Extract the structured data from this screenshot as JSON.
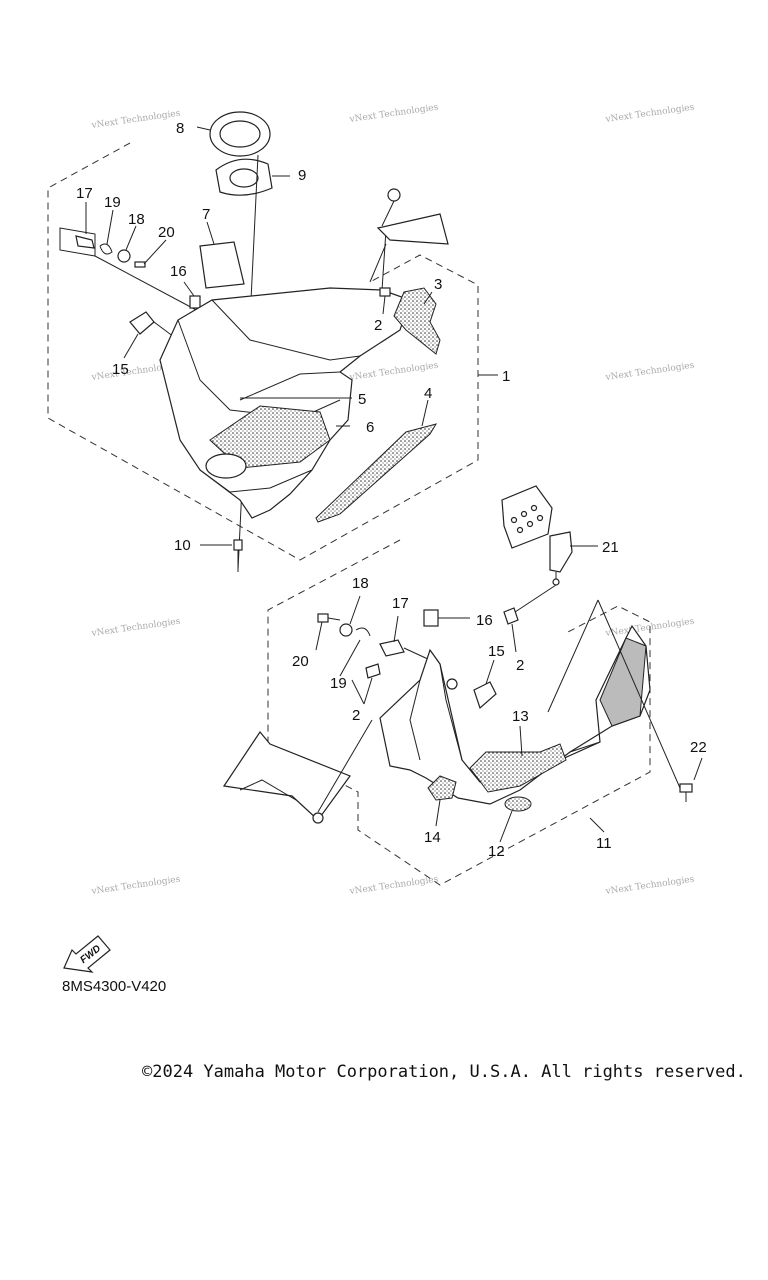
{
  "callouts": {
    "c1": "1",
    "c2a": "2",
    "c2b": "2",
    "c2c": "2",
    "c3": "3",
    "c4": "4",
    "c5": "5",
    "c6": "6",
    "c7": "7",
    "c8": "8",
    "c9": "9",
    "c10": "10",
    "c11": "11",
    "c12": "12",
    "c13": "13",
    "c14": "14",
    "c15a": "15",
    "c15b": "15",
    "c16a": "16",
    "c16b": "16",
    "c17a": "17",
    "c17b": "17",
    "c18a": "18",
    "c18b": "18",
    "c19a": "19",
    "c19b": "19",
    "c20a": "20",
    "c20b": "20",
    "c21": "21",
    "c22": "22"
  },
  "watermark": {
    "brand": "vNext Technologies"
  },
  "fwd_label": "FWD",
  "part_code": "8MS4300-V420",
  "copyright": "©2024 Yamaha Motor Corporation, U.S.A. All rights reserved."
}
